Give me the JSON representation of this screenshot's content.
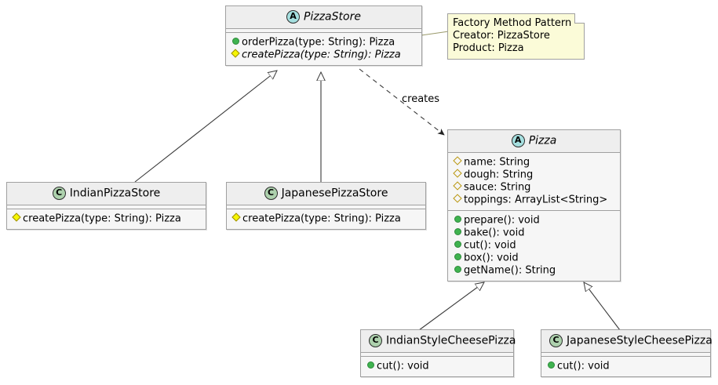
{
  "diagram": {
    "title": "Factory Method Pattern UML Class Diagram",
    "colors": {
      "abstract_badge": "#a5dfdf",
      "concrete_badge": "#add1ad",
      "note_bg": "#fbfbd8",
      "header_bg": "#eeeeee",
      "body_bg": "#f6f6f6",
      "border": "#a0a0a0",
      "public_marker": "#3fb34f",
      "protected_marker": "#f6f600"
    }
  },
  "classes": {
    "pizza_store": {
      "badge": "A",
      "badge_kind": "abstract-class-icon",
      "name": "PizzaStore",
      "attributes": [],
      "methods": [
        {
          "marker": "public",
          "text": "orderPizza(type: String): Pizza",
          "italic": false
        },
        {
          "marker": "protected",
          "text": "createPizza(type: String): Pizza",
          "italic": true
        }
      ]
    },
    "indian_pizza_store": {
      "badge": "C",
      "badge_kind": "concrete-class-icon",
      "name": "IndianPizzaStore",
      "attributes": [],
      "methods": [
        {
          "marker": "protected",
          "text": "createPizza(type: String): Pizza",
          "italic": false
        }
      ]
    },
    "japanese_pizza_store": {
      "badge": "C",
      "badge_kind": "concrete-class-icon",
      "name": "JapanesePizzaStore",
      "attributes": [],
      "methods": [
        {
          "marker": "protected",
          "text": "createPizza(type: String): Pizza",
          "italic": false
        }
      ]
    },
    "pizza": {
      "badge": "A",
      "badge_kind": "abstract-class-icon",
      "name": "Pizza",
      "attributes": [
        {
          "marker": "protected-hollow",
          "text": "name: String"
        },
        {
          "marker": "protected-hollow",
          "text": "dough: String"
        },
        {
          "marker": "protected-hollow",
          "text": "sauce: String"
        },
        {
          "marker": "protected-hollow",
          "text": "toppings: ArrayList<String>"
        }
      ],
      "methods": [
        {
          "marker": "public",
          "text": "prepare(): void"
        },
        {
          "marker": "public",
          "text": "bake(): void"
        },
        {
          "marker": "public",
          "text": "cut(): void"
        },
        {
          "marker": "public",
          "text": "box(): void"
        },
        {
          "marker": "public",
          "text": "getName(): String"
        }
      ]
    },
    "indian_style_cheese_pizza": {
      "badge": "C",
      "badge_kind": "concrete-class-icon",
      "name": "IndianStyleCheesePizza",
      "attributes": [],
      "methods": [
        {
          "marker": "public",
          "text": "cut(): void"
        }
      ]
    },
    "japanese_style_cheese_pizza": {
      "badge": "C",
      "badge_kind": "concrete-class-icon",
      "name": "JapaneseStyleCheesePizza",
      "attributes": [],
      "methods": [
        {
          "marker": "public",
          "text": "cut(): void"
        }
      ]
    }
  },
  "note": {
    "lines": [
      "Factory Method Pattern",
      "Creator: PizzaStore",
      "Product: Pizza"
    ],
    "attached_to": "PizzaStore"
  },
  "relationships": [
    {
      "kind": "generalization",
      "from": "IndianPizzaStore",
      "to": "PizzaStore",
      "label": ""
    },
    {
      "kind": "generalization",
      "from": "JapanesePizzaStore",
      "to": "PizzaStore",
      "label": ""
    },
    {
      "kind": "dependency",
      "from": "PizzaStore",
      "to": "Pizza",
      "label": "creates"
    },
    {
      "kind": "generalization",
      "from": "IndianStyleCheesePizza",
      "to": "Pizza",
      "label": ""
    },
    {
      "kind": "generalization",
      "from": "JapaneseStyleCheesePizza",
      "to": "Pizza",
      "label": ""
    }
  ],
  "labels": {
    "creates": "creates"
  }
}
